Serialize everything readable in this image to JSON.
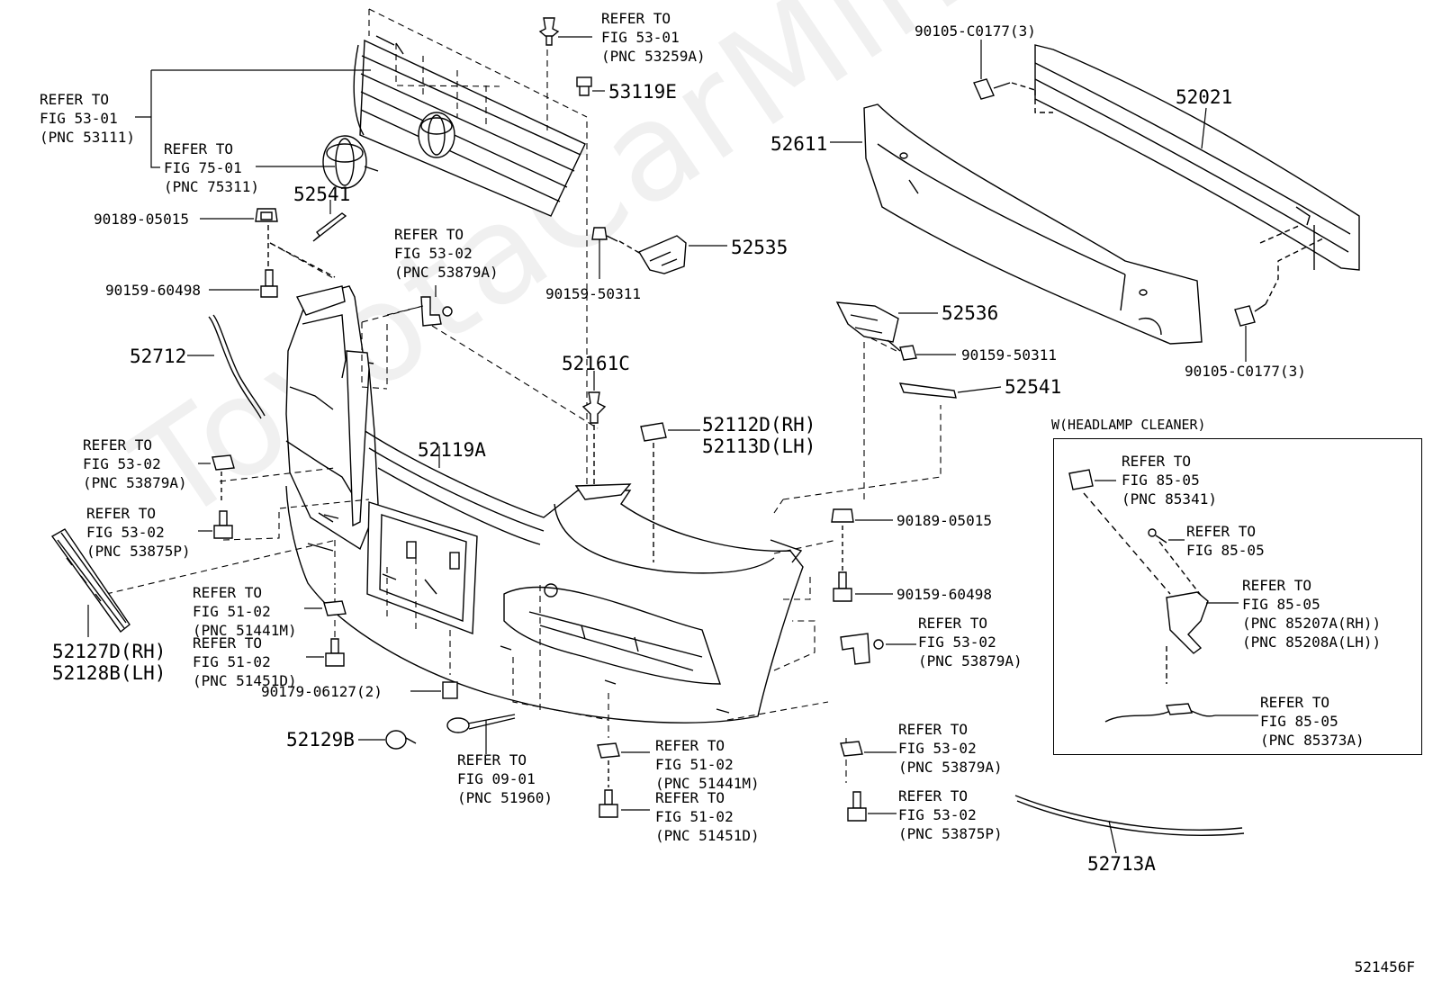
{
  "watermark": "ToyotaCarMine.ru",
  "figure_code": "521456F",
  "inset_title": "W(HEADLAMP CLEANER)",
  "labels": {
    "ref_53111": "REFER TO\nFIG 53-01\n(PNC 53111)",
    "ref_75311": "REFER TO\nFIG 75-01\n(PNC 75311)",
    "ref_53259a": "REFER TO\nFIG 53-01\n(PNC 53259A)",
    "p53119e": "53119E",
    "p52541_top": "52541",
    "p90189_left": "90189-05015",
    "p90159_left": "90159-60498",
    "ref_53879a_top": "REFER TO\nFIG 53-02\n(PNC 53879A)",
    "p52535": "52535",
    "p90159_50311_left": "90159-50311",
    "p52712": "52712",
    "p52161c": "52161C",
    "p52112d": "52112D(RH)\n52113D(LH)",
    "p52119a": "52119A",
    "ref_53879a_left": "REFER TO\nFIG 53-02\n(PNC 53879A)",
    "ref_53875p_left": "REFER TO\nFIG 53-02\n(PNC 53875P)",
    "p52127d": "52127D(RH)\n52128B(LH)",
    "ref_51441m_left": "REFER TO\nFIG 51-02\n(PNC 51441M)",
    "ref_51451d_left": "REFER TO\nFIG 51-02\n(PNC 51451D)",
    "p90179": "90179-06127(2)",
    "p52129b": "52129B",
    "ref_51960": "REFER TO\nFIG 09-01\n(PNC 51960)",
    "ref_51441m_bottom": "REFER TO\nFIG 51-02\n(PNC 51441M)",
    "ref_51451d_bottom": "REFER TO\nFIG 51-02\n(PNC 51451D)",
    "p90105_top": "90105-C0177(3)",
    "p52021": "52021",
    "p52611": "52611",
    "p52536": "52536",
    "p90159_50311_right": "90159-50311",
    "p90105_bottom": "90105-C0177(3)",
    "p52541_right": "52541",
    "p90189_right": "90189-05015",
    "p90159_right": "90159-60498",
    "ref_53879a_right": "REFER TO\nFIG 53-02\n(PNC 53879A)",
    "ref_53879a_bottom": "REFER TO\nFIG 53-02\n(PNC 53879A)",
    "ref_53875p_bottom": "REFER TO\nFIG 53-02\n(PNC 53875P)",
    "p52713a": "52713A",
    "ref_85341": "REFER TO\nFIG 85-05\n(PNC 85341)",
    "ref_85_05": "REFER TO\nFIG 85-05",
    "ref_85207a": "REFER TO\nFIG 85-05\n(PNC 85207A(RH))\n(PNC 85208A(LH))",
    "ref_85373a": "REFER TO\nFIG 85-05\n(PNC 85373A)"
  }
}
